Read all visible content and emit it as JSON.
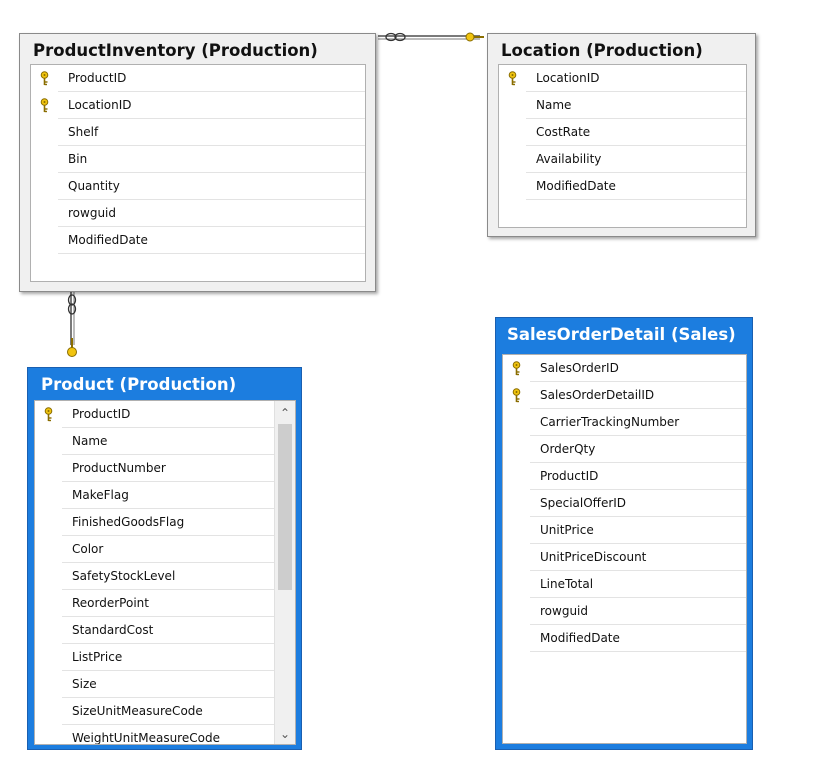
{
  "tables": {
    "product_inventory": {
      "title": "ProductInventory (Production)",
      "columns": [
        {
          "name": "ProductID",
          "key": true
        },
        {
          "name": "LocationID",
          "key": true
        },
        {
          "name": "Shelf",
          "key": false
        },
        {
          "name": "Bin",
          "key": false
        },
        {
          "name": "Quantity",
          "key": false
        },
        {
          "name": "rowguid",
          "key": false
        },
        {
          "name": "ModifiedDate",
          "key": false
        }
      ]
    },
    "location": {
      "title": "Location (Production)",
      "columns": [
        {
          "name": "LocationID",
          "key": true
        },
        {
          "name": "Name",
          "key": false
        },
        {
          "name": "CostRate",
          "key": false
        },
        {
          "name": "Availability",
          "key": false
        },
        {
          "name": "ModifiedDate",
          "key": false
        }
      ]
    },
    "product": {
      "title": "Product (Production)",
      "columns": [
        {
          "name": "ProductID",
          "key": true
        },
        {
          "name": "Name",
          "key": false
        },
        {
          "name": "ProductNumber",
          "key": false
        },
        {
          "name": "MakeFlag",
          "key": false
        },
        {
          "name": "FinishedGoodsFlag",
          "key": false
        },
        {
          "name": "Color",
          "key": false
        },
        {
          "name": "SafetyStockLevel",
          "key": false
        },
        {
          "name": "ReorderPoint",
          "key": false
        },
        {
          "name": "StandardCost",
          "key": false
        },
        {
          "name": "ListPrice",
          "key": false
        },
        {
          "name": "Size",
          "key": false
        },
        {
          "name": "SizeUnitMeasureCode",
          "key": false
        },
        {
          "name": "WeightUnitMeasureCode",
          "key": false
        }
      ]
    },
    "sales_order_detail": {
      "title": "SalesOrderDetail (Sales)",
      "columns": [
        {
          "name": "SalesOrderID",
          "key": true
        },
        {
          "name": "SalesOrderDetailID",
          "key": true
        },
        {
          "name": "CarrierTrackingNumber",
          "key": false
        },
        {
          "name": "OrderQty",
          "key": false
        },
        {
          "name": "ProductID",
          "key": false
        },
        {
          "name": "SpecialOfferID",
          "key": false
        },
        {
          "name": "UnitPrice",
          "key": false
        },
        {
          "name": "UnitPriceDiscount",
          "key": false
        },
        {
          "name": "LineTotal",
          "key": false
        },
        {
          "name": "rowguid",
          "key": false
        },
        {
          "name": "ModifiedDate",
          "key": false
        }
      ]
    }
  },
  "icons": {
    "primary_key": "primary-key-icon",
    "relationship_many": "infinity-icon",
    "relationship_one": "key-icon",
    "scroll_up": "chevron-up-icon",
    "scroll_down": "chevron-down-icon"
  },
  "colors": {
    "selected_header": "#1c7ddf",
    "unselected_header": "#f0f0f0",
    "key_icon": "#e8c400",
    "connector": "#808080"
  }
}
